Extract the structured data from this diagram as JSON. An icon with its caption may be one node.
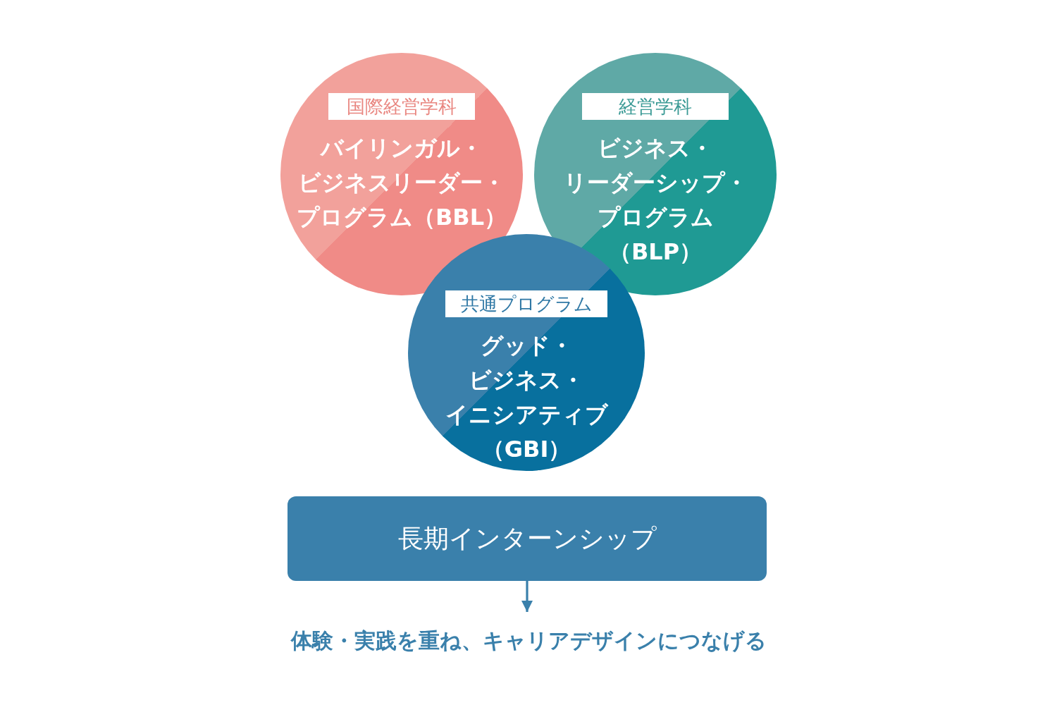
{
  "diagram": {
    "nodes": [
      {
        "text": [
          "国際経営学科",
          "バイリンガル・ビジネスリーダー・プログラム（BBL）"
        ]
      },
      {
        "text": [
          "経営学科",
          "ビジネス・リーダーシップ・プログラム（BLP）"
        ]
      },
      {
        "text": [
          "共通プログラム",
          "グッド・ビジネス・イニシアティブ（GBI）"
        ]
      },
      {
        "text": [
          "長期インターンシップ"
        ]
      },
      {
        "text": [
          "体験・実践を重ね、キャリアデザインにつなげる"
        ]
      }
    ],
    "edges": [
      {
        "from": 3,
        "to": 4,
        "arrow": "to"
      }
    ]
  }
}
